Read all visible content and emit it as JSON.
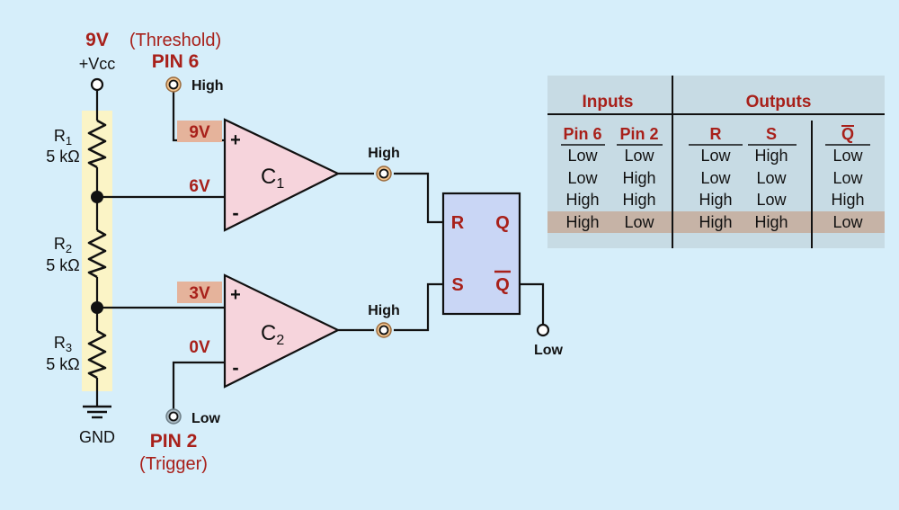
{
  "supply": {
    "voltage": "9V",
    "name": "+Vcc",
    "gnd": "GND"
  },
  "resistors": [
    {
      "name": "R",
      "sub": "1",
      "value": "5 kΩ"
    },
    {
      "name": "R",
      "sub": "2",
      "value": "5 kΩ"
    },
    {
      "name": "R",
      "sub": "3",
      "value": "5 kΩ"
    }
  ],
  "pin6": {
    "label": "PIN 6",
    "role": "(Threshold)",
    "state": "High"
  },
  "pin2": {
    "label": "PIN 2",
    "role": "(Trigger)",
    "state": "Low"
  },
  "comparator1": {
    "name": "C",
    "sub": "1",
    "plus_voltage": "9V",
    "minus_voltage": "6V",
    "plus": "+",
    "minus": "-",
    "output_state": "High"
  },
  "comparator2": {
    "name": "C",
    "sub": "2",
    "plus_voltage": "3V",
    "minus_voltage": "0V",
    "plus": "+",
    "minus": "-",
    "output_state": "High"
  },
  "flipflop": {
    "r": "R",
    "s": "S",
    "q": "Q",
    "qbar": "Q"
  },
  "output": {
    "state": "Low"
  },
  "truth_table": {
    "group_inputs": "Inputs",
    "group_outputs": "Outputs",
    "columns": [
      "Pin 6",
      "Pin 2",
      "R",
      "S",
      "Q"
    ],
    "rows": [
      [
        "Low",
        "Low",
        "Low",
        "High",
        "Low"
      ],
      [
        "Low",
        "High",
        "Low",
        "Low",
        "Low"
      ],
      [
        "High",
        "High",
        "High",
        "Low",
        "High"
      ],
      [
        "High",
        "Low",
        "High",
        "High",
        "Low"
      ]
    ],
    "highlighted_row": 4
  },
  "colors": {
    "background": "#d6eefa",
    "accent_red": "#a8201a",
    "comparator_fill": "#f6d4dc",
    "flipflop_fill": "#c9d6f5",
    "divider_band": "#fbf4c6",
    "voltage_tag": "#e5b39b",
    "pin_fill": "#f2c48e",
    "pin_low_fill": "#a9b9c2",
    "table_fill": "#c7dbe4",
    "table_highlight": "#c6b3a6"
  }
}
